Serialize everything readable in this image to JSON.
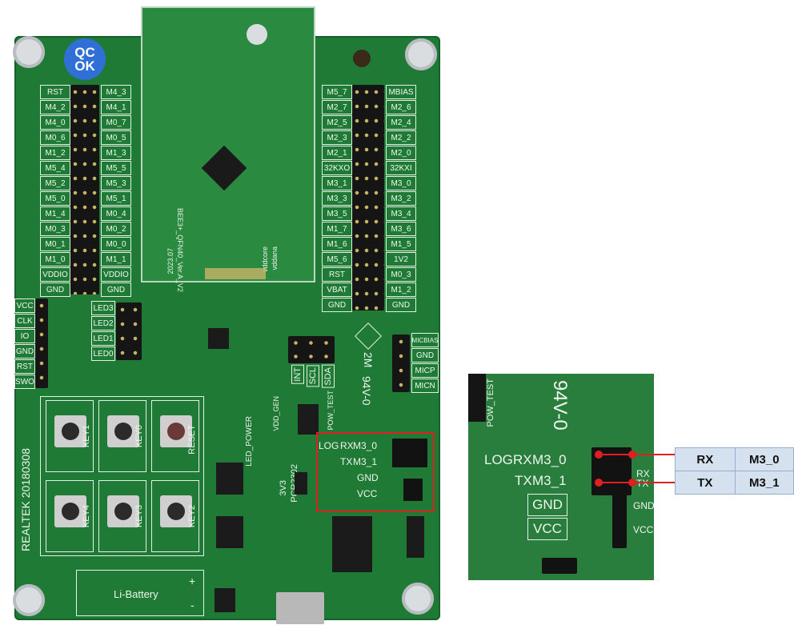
{
  "qc_badge": {
    "line1": "QC",
    "line2": "OK"
  },
  "module": {
    "model": "BEE3+_QFN40_Ver.A_V2",
    "date": "2023.07",
    "vddcore": "vddcore",
    "vddana": "vddana"
  },
  "left_pins": {
    "left_col": [
      "RST",
      "M4_2",
      "M4_0",
      "M0_6",
      "M1_2",
      "M5_4",
      "M5_2",
      "M5_0",
      "M1_4",
      "M0_3",
      "M0_1",
      "M1_0",
      "VDDIO",
      "GND"
    ],
    "right_col": [
      "M4_3",
      "M4_1",
      "M0_7",
      "M0_5",
      "M1_3",
      "M5_5",
      "M5_3",
      "M5_1",
      "M0_4",
      "M0_2",
      "M0_0",
      "M1_1",
      "VDDIO",
      "GND"
    ]
  },
  "right_pins": {
    "left_col": [
      "M5_7",
      "M2_7",
      "M2_5",
      "M2_3",
      "M2_1",
      "32KXO",
      "M3_1",
      "M3_3",
      "M3_5",
      "M1_7",
      "M1_6",
      "M5_6",
      "RST",
      "VBAT",
      "GND"
    ],
    "right_col": [
      "MBIAS",
      "M2_6",
      "M2_4",
      "M2_2",
      "M2_0",
      "32KXI",
      "M3_0",
      "M3_2",
      "M3_4",
      "M3_6",
      "M1_5",
      "1V2",
      "M0_3",
      "M1_2",
      "GND"
    ]
  },
  "swd_pins": [
    "VCC",
    "CLK",
    "IO",
    "GND",
    "RST",
    "SWO"
  ],
  "led_pins": [
    "LED3",
    "LED2",
    "LED1",
    "LED0"
  ],
  "mic_pins": [
    "MICBIAS",
    "GND",
    "MICP",
    "MICN"
  ],
  "i2c_pins": [
    "INT",
    "SCL",
    "SDA"
  ],
  "keys": [
    "KEY1",
    "KEY0",
    "RESET",
    "KEY4",
    "KEY3",
    "KEY2"
  ],
  "board_text": {
    "brand": "REALTEK 20180308",
    "battery": "Li-Battery",
    "plus": "+",
    "minus": "-",
    "led_power": "LED_POWER",
    "chip_3v3": "3V3",
    "ch340": "PCR2302",
    "pow_test": "POW_TEST",
    "vdd_gen": "VDD_GEN",
    "pcb_mark": "94V-0",
    "two_m": "2M",
    "log": "LOG",
    "rx": "RX",
    "tx": "TX",
    "m3_0": "M3_0",
    "m3_1": "M3_1",
    "gnd": "GND",
    "vcc": "VCC"
  },
  "zoom": {
    "pow_test": "POW_TEST",
    "pcb_mark": "94V-0",
    "log": "LOG",
    "rx": "RX",
    "tx": "TX",
    "m3_0": "M3_0",
    "m3_1": "M3_1",
    "gnd": "GND",
    "vcc": "VCC",
    "side_rx": "RX",
    "side_tx": "TX",
    "side_gnd": "GND",
    "side_vcc": "VCC"
  },
  "mapping": [
    {
      "signal": "RX",
      "pin": "M3_0"
    },
    {
      "signal": "TX",
      "pin": "M3_1"
    }
  ],
  "colors": {
    "highlight": "#e02020",
    "board": "#1f7a35",
    "table_fill": "#d6e1f0"
  }
}
